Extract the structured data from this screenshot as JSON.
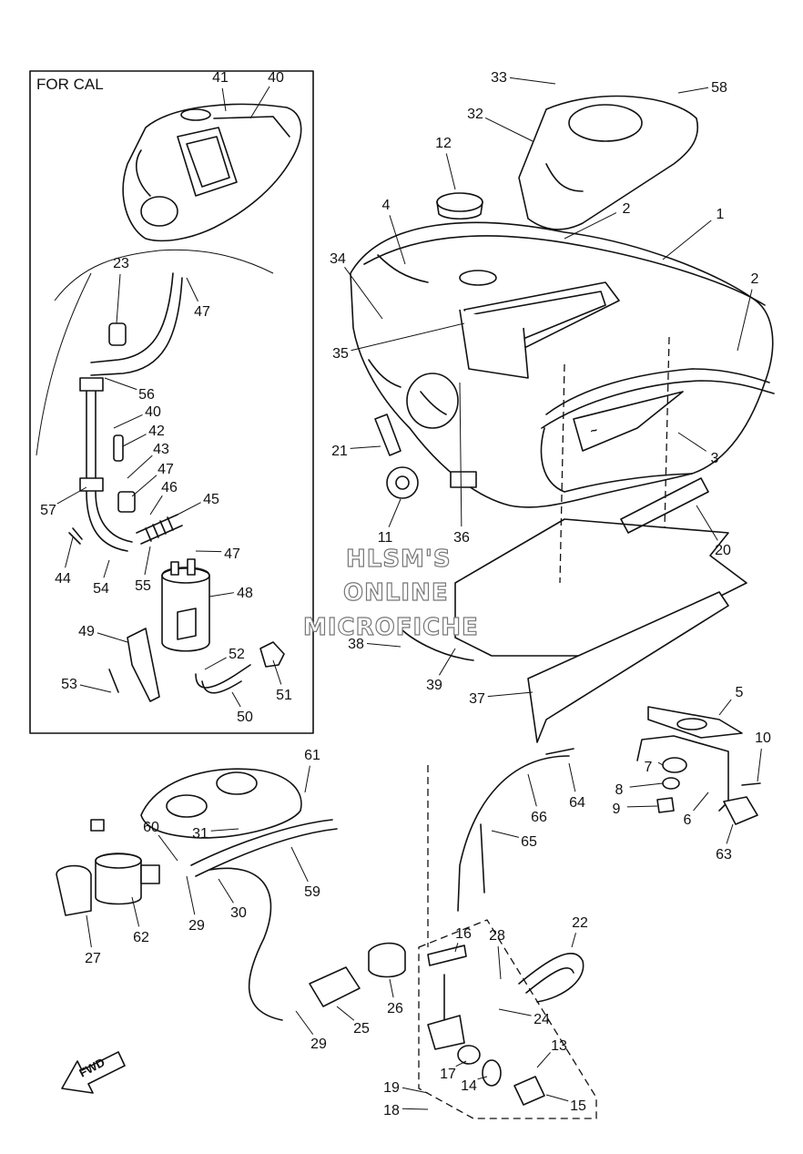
{
  "diagram": {
    "inset_title": "FOR CAL",
    "watermark": [
      "HLSM'S",
      "ONLINE",
      "MICROFICHE"
    ],
    "direction_label": "FWD",
    "callouts": [
      "1",
      "2",
      "2",
      "3",
      "4",
      "5",
      "6",
      "7",
      "8",
      "9",
      "10",
      "11",
      "12",
      "13",
      "14",
      "15",
      "16",
      "17",
      "18",
      "19",
      "20",
      "21",
      "22",
      "23",
      "24",
      "25",
      "26",
      "27",
      "28",
      "29",
      "29",
      "30",
      "31",
      "32",
      "33",
      "34",
      "35",
      "36",
      "37",
      "38",
      "39",
      "40",
      "40",
      "41",
      "42",
      "43",
      "44",
      "45",
      "46",
      "47",
      "47",
      "47",
      "48",
      "49",
      "50",
      "51",
      "52",
      "53",
      "54",
      "55",
      "56",
      "57",
      "58",
      "59",
      "60",
      "61",
      "62",
      "63",
      "64",
      "65",
      "66"
    ]
  }
}
